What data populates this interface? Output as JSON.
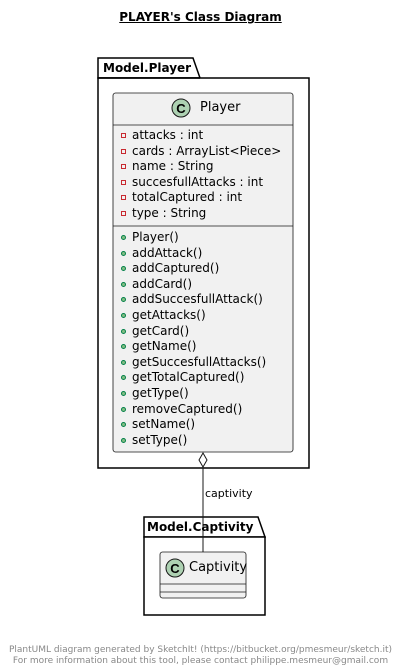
{
  "title": "PLAYER's Class Diagram",
  "packages": {
    "player_pkg": "Model.Player",
    "captivity_pkg": "Model.Captivity"
  },
  "player_class": {
    "stereotype_letter": "C",
    "name": "Player",
    "attributes": [
      "attacks : int",
      "cards : ArrayList<Piece>",
      "name : String",
      "succesfullAttacks : int",
      "totalCaptured : int",
      "type : String"
    ],
    "methods": [
      "Player()",
      "addAttack()",
      "addCaptured()",
      "addCard()",
      "addSuccesfullAttack()",
      "getAttacks()",
      "getCard()",
      "getName()",
      "getSuccesfullAttacks()",
      "getTotalCaptured()",
      "getType()",
      "removeCaptured()",
      "setName()",
      "setType()"
    ]
  },
  "captivity_class": {
    "stereotype_letter": "C",
    "name": "Captivity"
  },
  "relation_label": "captivity",
  "footer": {
    "line1": "PlantUML diagram generated by SketchIt! (https://bitbucket.org/pmesmeur/sketch.it)",
    "line2": "For more information about this tool, please contact philippe.mesmeur@gmail.com"
  },
  "colors": {
    "class_fill": "#F1F1F1",
    "class_border": "#181818",
    "circle_fill": "#ADD1B2",
    "private_marker": "#C82930",
    "public_marker": "#038048",
    "footer_text": "#888888"
  }
}
